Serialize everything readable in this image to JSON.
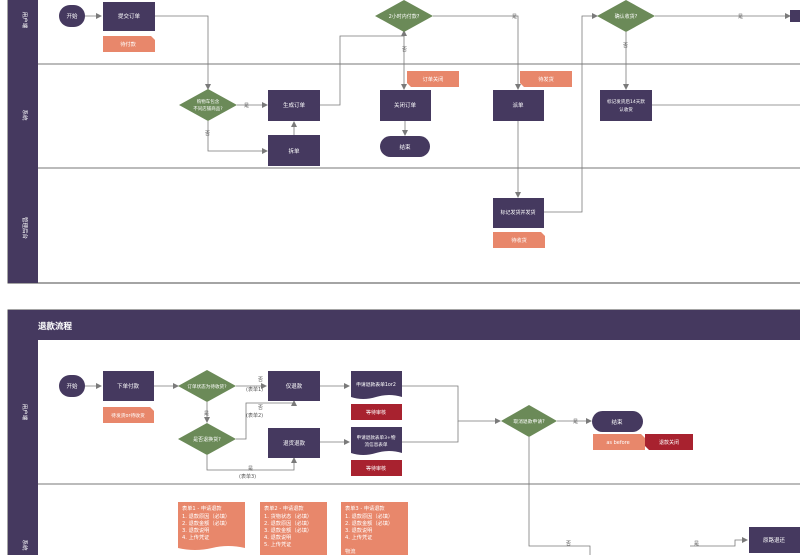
{
  "colors": {
    "lane_bar": "#45395f",
    "process": "#45395f",
    "decision": "#6b8a58",
    "tag": "#e8876b",
    "tag_dark": "#a8222f",
    "line": "#7a7a7a",
    "border": "#4a4a4a"
  },
  "top_lanes": {
    "lane1": "用户端",
    "lane2": "系统",
    "lane3": "管理后台"
  },
  "top_nodes": {
    "start": "开始",
    "submit_order": "提交订单",
    "tag_pending_pay": "待付款",
    "decision_cart": [
      "购物车包含",
      "不同店铺商品?"
    ],
    "generate_order": "生成订单",
    "split_order": "拆单",
    "decision_2h": "2小时内付款?",
    "tag_order_closed": "订单关闭",
    "close_order": "关闭订单",
    "end": "结束",
    "tag_pending_ship": "待发货",
    "dispatch": "派单",
    "mark_shipped": "标记发货并发货",
    "tag_pending_receive": "待收货",
    "decision_confirm": "确认收货?",
    "auto_confirm": [
      "标记发货后14天默",
      "认收货"
    ]
  },
  "top_edges": {
    "yes": "是",
    "no": "否"
  },
  "bottom": {
    "title": "退款流程",
    "lane1": "用户端",
    "lane2": "系统",
    "start": "开始",
    "place_pay": "下单付款",
    "tag_status": "待发货or待收货",
    "decision_status": "订单状态为待收货?",
    "refund_only": "仅退款",
    "return_refund": "退货退款",
    "decision_return": "是否退换货?",
    "yes": "是",
    "no": "否",
    "form1_label": "(表单1)",
    "form2_label": "(表单2)",
    "form3_label": "(表单3)",
    "apply_1": "申请退款表单1or2",
    "apply_2": [
      "申请退款表单3+物",
      "流信息表单"
    ],
    "wait_review_1": "等待审核",
    "wait_review_2": "等待审核",
    "decision_cancel": "取消退款申请?",
    "end": "结束",
    "tag_as_before": "as before",
    "tag_refund_closed": "退款关闭",
    "return_goods": "原路退还",
    "note1": {
      "title": "表单1 - 申请退款",
      "lines": [
        "1. 退款原因（必填）",
        "2. 退款金额（必填）",
        "3. 退款说明",
        "4. 上传凭证"
      ]
    },
    "note2": {
      "title": "表单2 - 申请退款",
      "lines": [
        "1. 货物状态（必填）",
        "2. 退款原因（必填）",
        "3. 退款金额（必填）",
        "4. 退款说明",
        "5. 上传凭证"
      ]
    },
    "note3": {
      "title": "表单3 - 申请退款",
      "lines": [
        "1. 退款原因（必填）",
        "2. 退款金额（必填）",
        "3. 退款说明",
        "4. 上传凭证",
        "",
        "物流"
      ]
    }
  }
}
